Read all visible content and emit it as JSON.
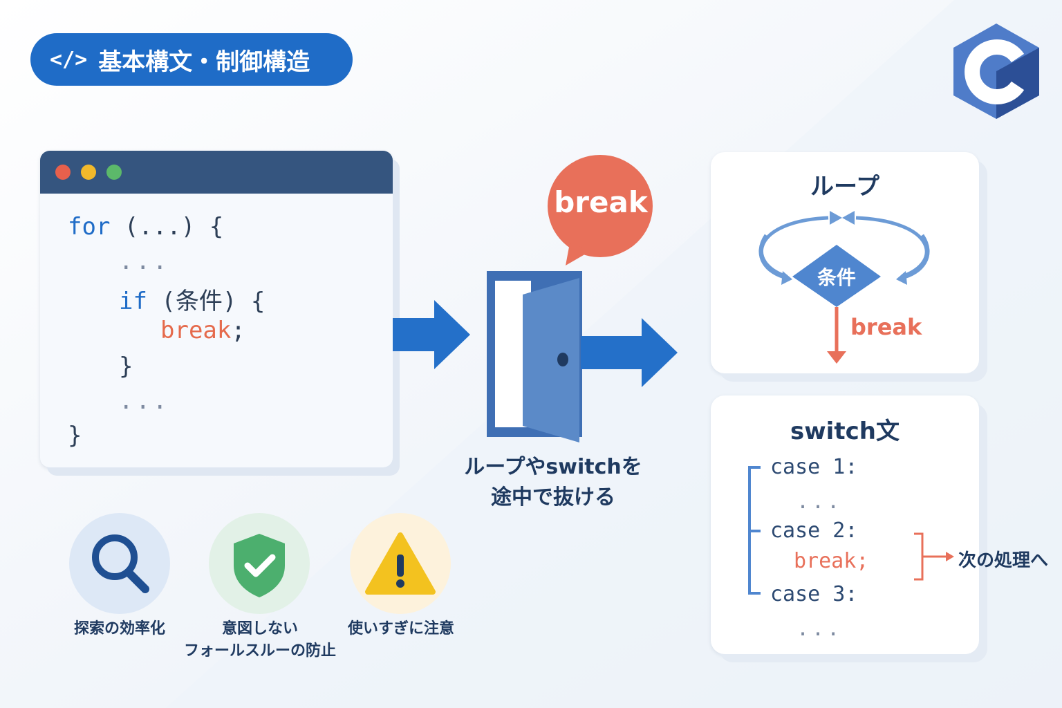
{
  "title": {
    "icon": "code-brackets-icon",
    "icon_text": "</>",
    "text": "基本構文・制御構造"
  },
  "logo": {
    "icon": "c-language-logo",
    "colors": [
      "#4f7cc9",
      "#2c4f96"
    ]
  },
  "code_window": {
    "lines": {
      "l1_kw": "for",
      "l1_rest": " (...) {",
      "l2": "...",
      "l3_kw": "if",
      "l3_rest": " (条件) {",
      "l4_kw": "break",
      "l4_rest": ";",
      "l5": "}",
      "l6": "...",
      "l7": "}"
    }
  },
  "bubble": {
    "text": "break",
    "color": "#e8705a"
  },
  "caption": {
    "line1": "ループやswitchを",
    "line2": "途中で抜ける"
  },
  "loop_card": {
    "title": "ループ",
    "condition": "条件",
    "break_label": "break"
  },
  "switch_card": {
    "title": "switch文",
    "case1": "case 1:",
    "dots1": "...",
    "case2": "case 2:",
    "break_line": "break;",
    "case3": "case 3:",
    "dots2": "...",
    "next": "次の処理へ"
  },
  "features": [
    {
      "icon": "search-icon",
      "label": "探索の効率化",
      "bg": "#dde8f6"
    },
    {
      "icon": "shield-check-icon",
      "label1": "意図しない",
      "label2": "フォールスルーの防止",
      "bg": "#e2f1e7"
    },
    {
      "icon": "warning-icon",
      "label": "使いすぎに注意",
      "bg": "#fdf2dc"
    }
  ],
  "colors": {
    "primary": "#1f6cc7",
    "accent": "#e8705a",
    "dark": "#1f3a60"
  }
}
